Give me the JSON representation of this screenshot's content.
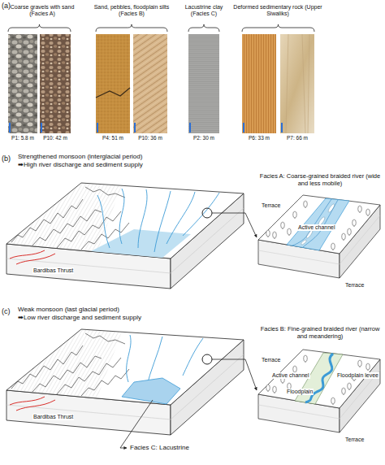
{
  "diagram": {
    "nodes": [
      {
        "text": [
          "Strengthened monsoon (interglacial period)",
          "➡High river discharge and sediment supply"
        ]
      },
      {
        "text": [
          "Facies A: Coarse-grained braided river (wide and less mobile)"
        ]
      },
      {
        "text": [
          "Weak monsoon (last glacial period)",
          "➡Low river discharge and sediment supply"
        ]
      },
      {
        "text": [
          "Facies B: Fine-grained braided river (narrow and meandering)"
        ]
      }
    ],
    "edges": [
      {
        "from": 0,
        "to": 1,
        "arrow": "to"
      },
      {
        "from": 2,
        "to": 3,
        "arrow": "to"
      }
    ],
    "labels": [
      "(a)",
      "Coarse gravels with sand (Facies A)",
      "Sand, pebbles, floodplain silts (Facies B)",
      "Lacustrine clay (Facies C)",
      "Deformed sedimentary rock (Upper Siwaliks)",
      "P1: 5.8 m",
      "P10: 42 m",
      "P4: 51 m",
      "P10: 36 m",
      "P2: 30 m",
      "P6: 33 m",
      "P7: 66 m",
      "(b)",
      "Bardibas Thrust",
      "Terrace",
      "Active channel",
      "Terrace",
      "(c)",
      "Bardibas Thrust",
      "Facies C: Lacustrine",
      "Terrace",
      "Active channel",
      "Floodplain",
      "Floodplain levee",
      "Terrace"
    ]
  }
}
